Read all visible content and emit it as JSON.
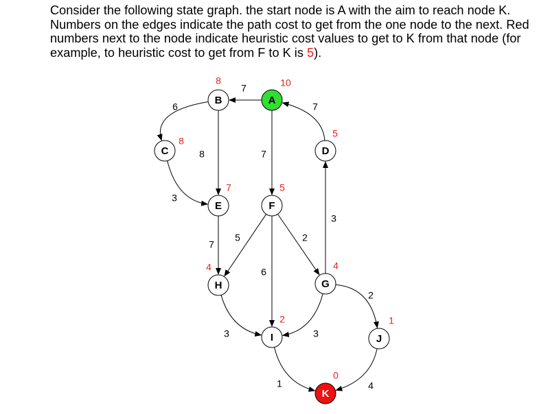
{
  "question": {
    "text_before": "Consider the following state graph. the start node is A with the aim to reach node K. Numbers on the edges indicate the path cost to get from the one node to the next. Red numbers next to the node indicate heuristic cost values to get to K from that node (for example, to heuristic cost to get from F to K is ",
    "example_value": "5",
    "text_after": ")."
  },
  "colors": {
    "start_fill": "#33dd33",
    "goal_fill": "#ee1111",
    "node_fill": "#ffffff",
    "heuristic": "#e8201e",
    "edge": "#000000"
  },
  "nodes": [
    {
      "id": "A",
      "heuristic": "10",
      "role": "start"
    },
    {
      "id": "B",
      "heuristic": "8",
      "role": "normal"
    },
    {
      "id": "C",
      "heuristic": "8",
      "role": "normal"
    },
    {
      "id": "D",
      "heuristic": "5",
      "role": "normal"
    },
    {
      "id": "E",
      "heuristic": "7",
      "role": "normal"
    },
    {
      "id": "F",
      "heuristic": "5",
      "role": "normal"
    },
    {
      "id": "G",
      "heuristic": "4",
      "role": "normal"
    },
    {
      "id": "H",
      "heuristic": "4",
      "role": "normal"
    },
    {
      "id": "I",
      "heuristic": "2",
      "role": "normal"
    },
    {
      "id": "J",
      "heuristic": "1",
      "role": "normal"
    },
    {
      "id": "K",
      "heuristic": "0",
      "role": "goal"
    }
  ],
  "edges": [
    {
      "from": "A",
      "to": "B",
      "cost": "7"
    },
    {
      "from": "A",
      "to": "F",
      "cost": "7"
    },
    {
      "from": "D",
      "to": "A",
      "cost": "7"
    },
    {
      "from": "B",
      "to": "C",
      "cost": "6"
    },
    {
      "from": "B",
      "to": "E",
      "cost": "8"
    },
    {
      "from": "C",
      "to": "E",
      "cost": "3"
    },
    {
      "from": "E",
      "to": "H",
      "cost": "7"
    },
    {
      "from": "F",
      "to": "H",
      "cost": "5"
    },
    {
      "from": "F",
      "to": "I",
      "cost": "6"
    },
    {
      "from": "F",
      "to": "G",
      "cost": "2"
    },
    {
      "from": "G",
      "to": "D",
      "cost": "3"
    },
    {
      "from": "G",
      "to": "I",
      "cost": "3"
    },
    {
      "from": "G",
      "to": "J",
      "cost": "2"
    },
    {
      "from": "H",
      "to": "I",
      "cost": "3"
    },
    {
      "from": "I",
      "to": "K",
      "cost": "1"
    },
    {
      "from": "J",
      "to": "K",
      "cost": "4"
    }
  ]
}
